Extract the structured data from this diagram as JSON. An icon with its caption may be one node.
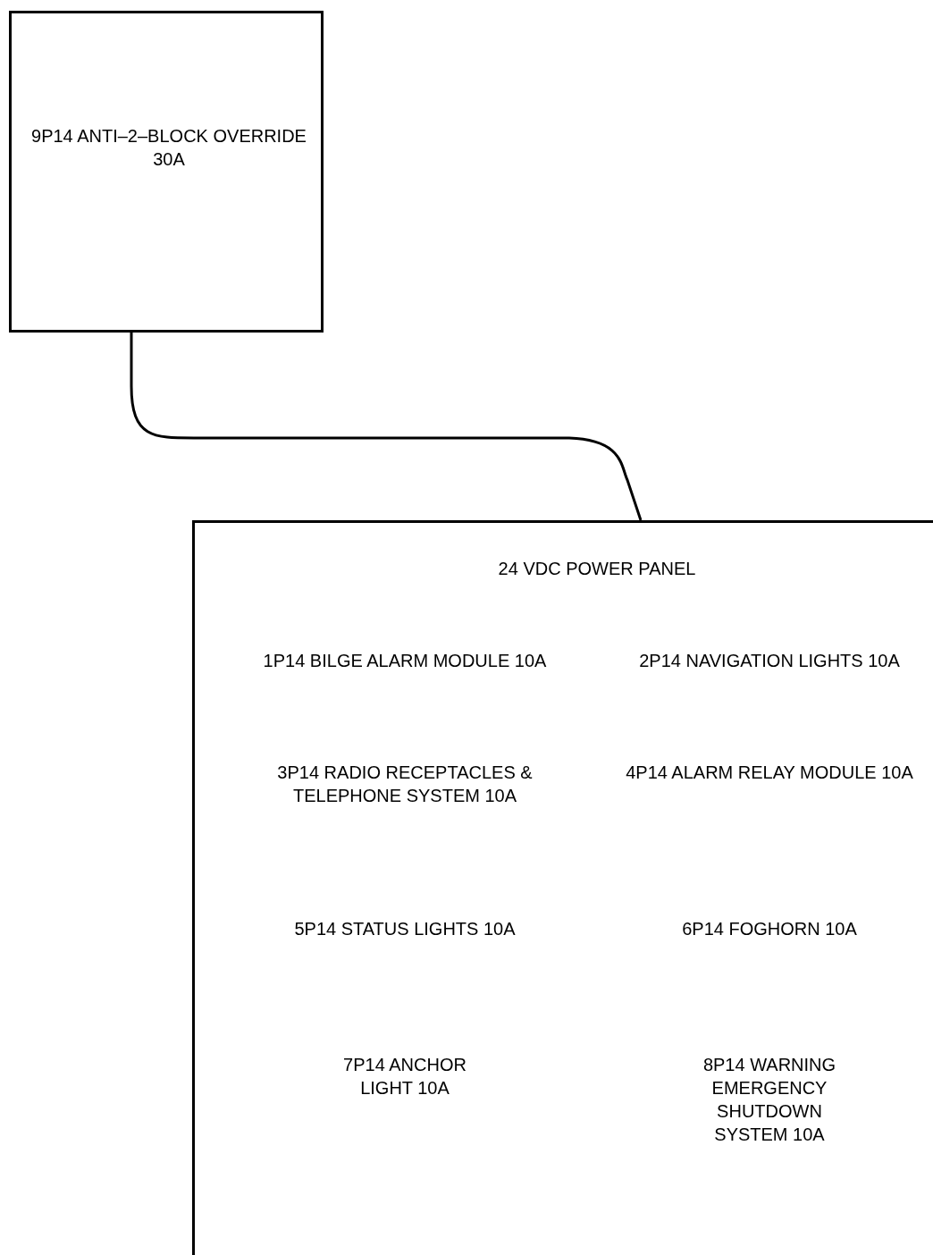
{
  "diagram": {
    "nodes": [
      {
        "text": [
          "9P14 ANTI–2–BLOCK OVERRIDE 30A"
        ]
      },
      {
        "text": [
          "24 VDC POWER PANEL",
          "1P14 BILGE ALARM MODULE 10A",
          "2P14 NAVIGATION LIGHTS 10A",
          "3P14 RADIO RECEPTACLES & TELEPHONE SYSTEM 10A",
          "4P14 ALARM RELAY MODULE 10A",
          "5P14 STATUS LIGHTS 10A",
          "6P14 FOGHORN 10A",
          "7P14 ANCHOR LIGHT 10A",
          "8P14 WARNING EMERGENCY SHUTDOWN SYSTEM 10A"
        ]
      }
    ],
    "edges": [
      {
        "from": 0,
        "to": 1,
        "arrow": "none"
      }
    ]
  }
}
